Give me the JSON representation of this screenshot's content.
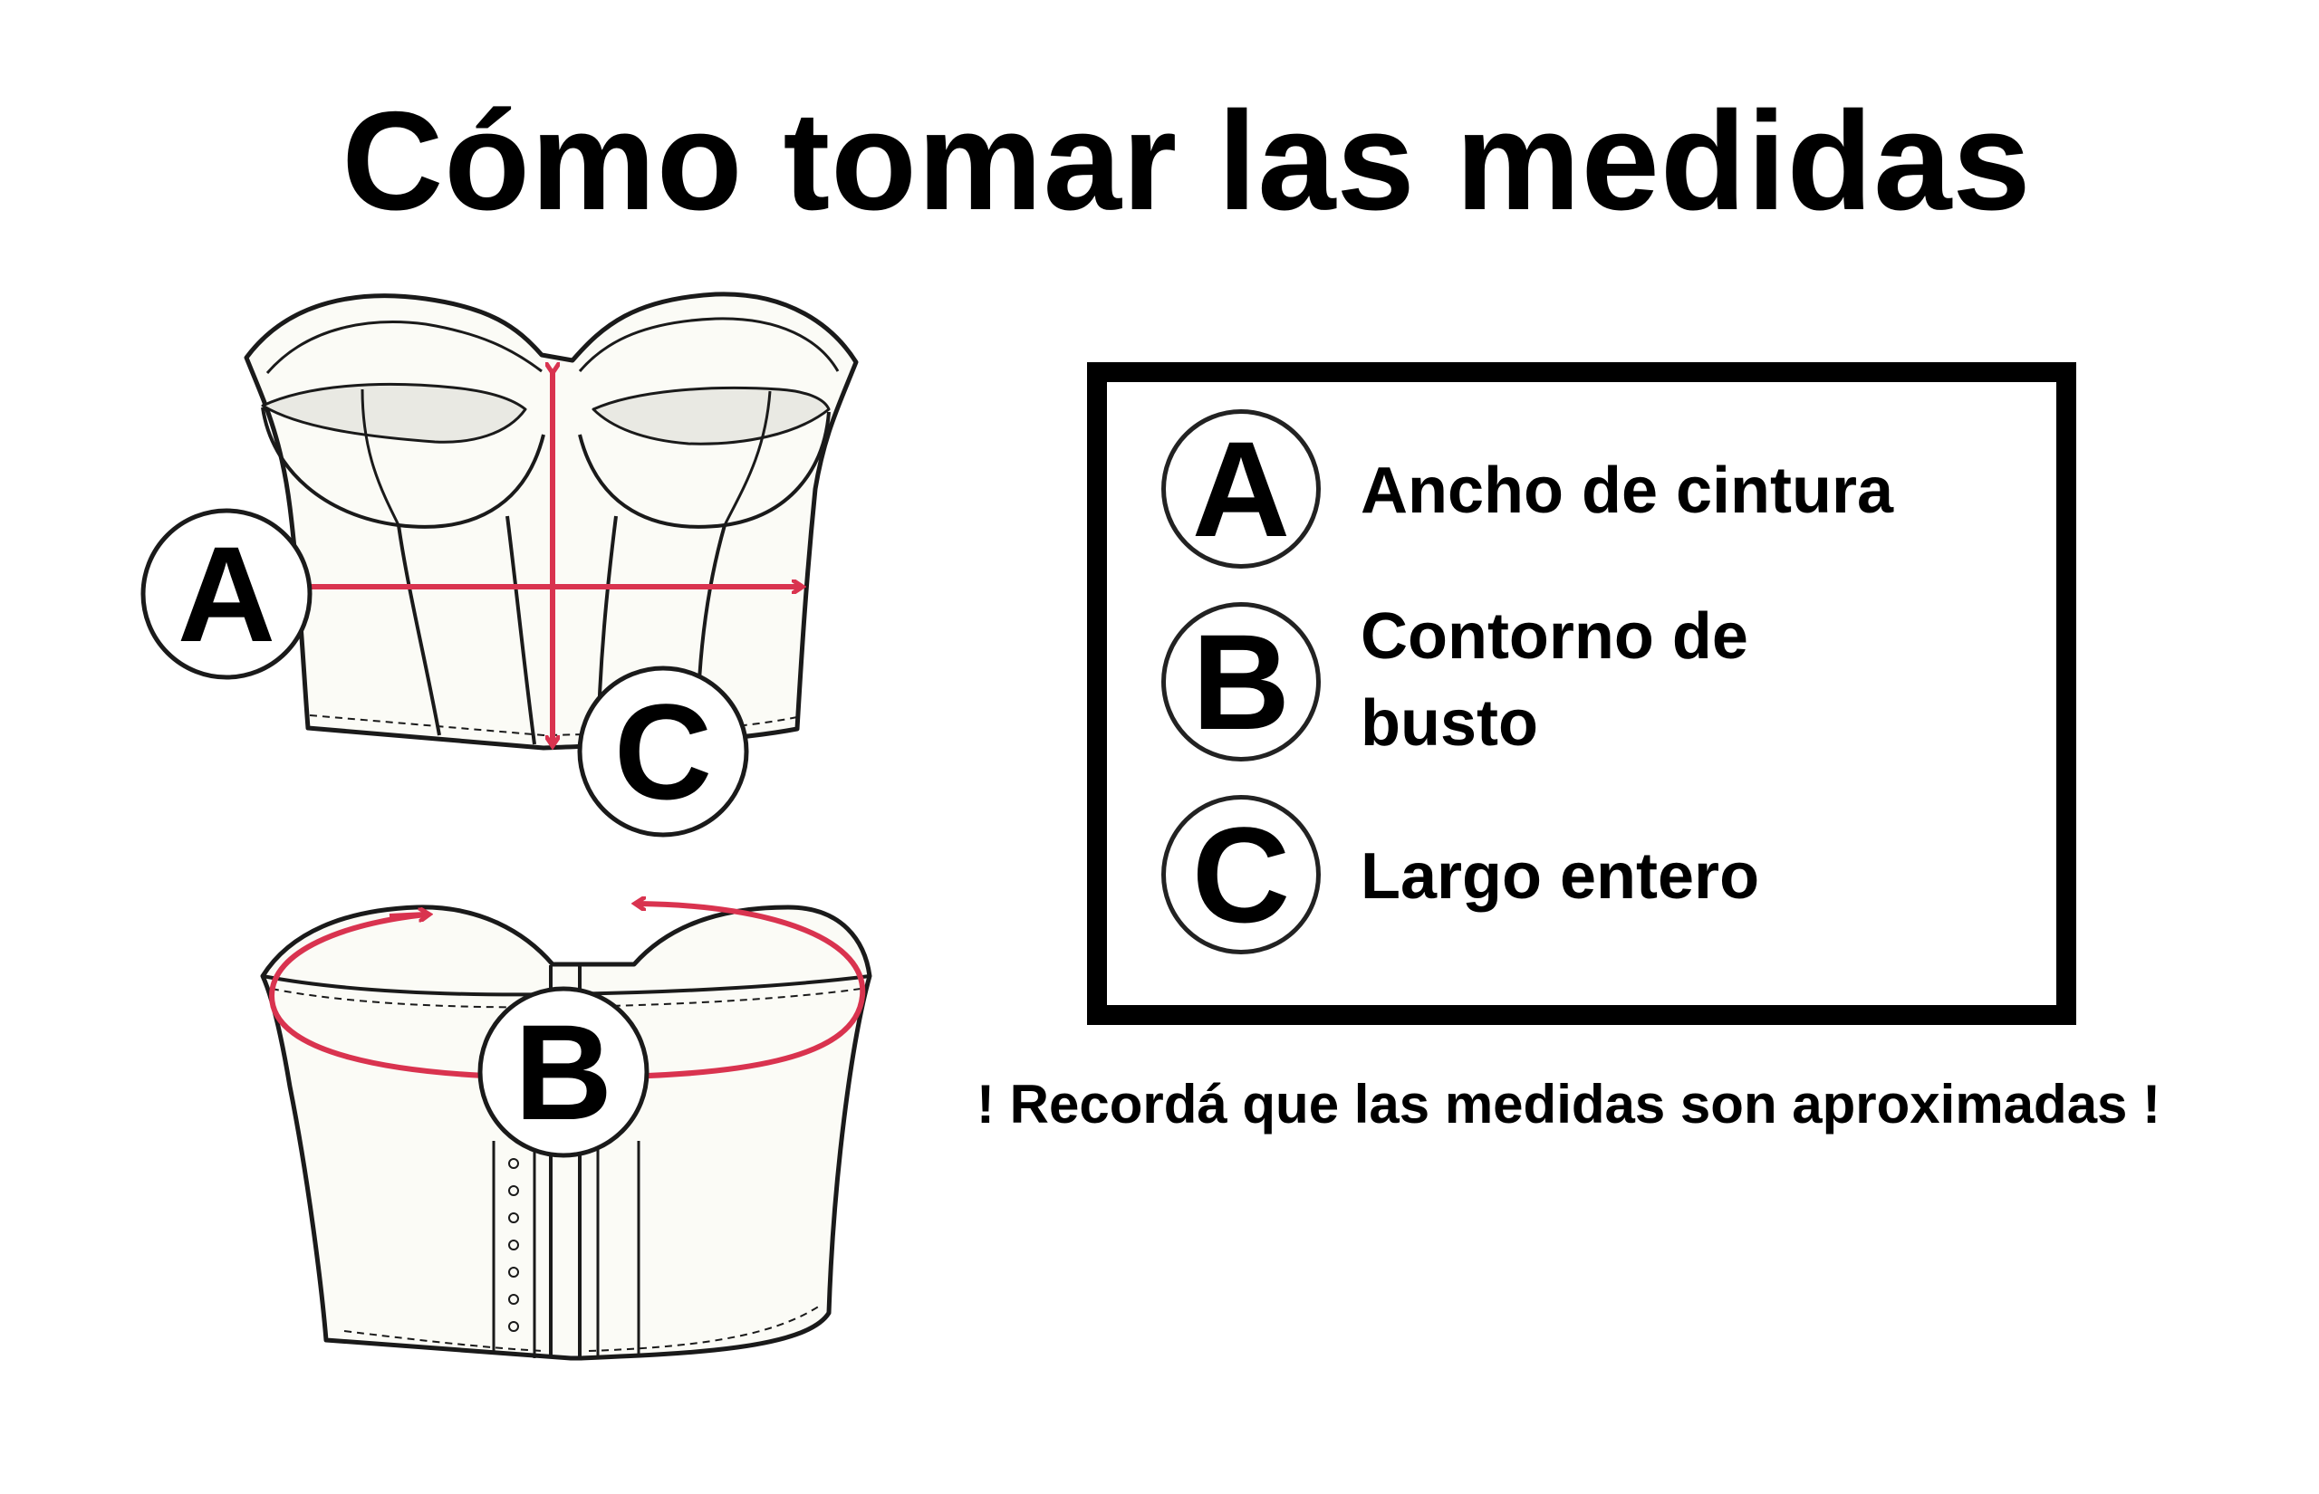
{
  "title": "Cómo tomar las medidas",
  "markers": {
    "front_a": "A",
    "front_c": "C",
    "back_b": "B"
  },
  "legend": [
    {
      "letter": "A",
      "text": "Ancho de cintura"
    },
    {
      "letter": "B",
      "text": "Contorno de busto"
    },
    {
      "letter": "C",
      "text": "Largo entero"
    }
  ],
  "note": "! Recordá que las medidas son aproximadas !",
  "colors": {
    "measure_line": "#d9334f",
    "outline": "#1a1a1a",
    "garment_fill": "#fbfbf6"
  }
}
